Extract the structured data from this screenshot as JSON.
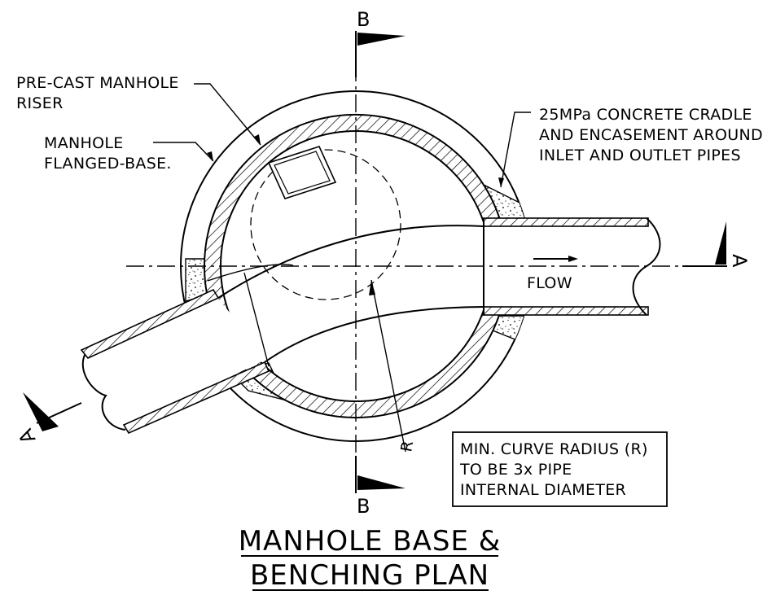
{
  "labels": {
    "riser_line1": "PRE-CAST MANHOLE",
    "riser_line2": "RISER",
    "base_line1": "MANHOLE",
    "base_line2": "FLANGED-BASE.",
    "concrete_line1": "25MPa CONCRETE CRADLE",
    "concrete_line2": "AND ENCASEMENT AROUND",
    "concrete_line3": "INLET AND OUTLET PIPES",
    "flow": "FLOW",
    "radius": "R"
  },
  "section_marks": {
    "b_top": "B",
    "b_bottom": "B",
    "a_right": "A",
    "a_left": "A"
  },
  "note": {
    "line1": "MIN. CURVE RADIUS (R)",
    "line2": "TO BE 3x PIPE",
    "line3": "INTERNAL DIAMETER"
  },
  "title": {
    "line1": "MANHOLE BASE &",
    "line2": "BENCHING PLAN"
  }
}
